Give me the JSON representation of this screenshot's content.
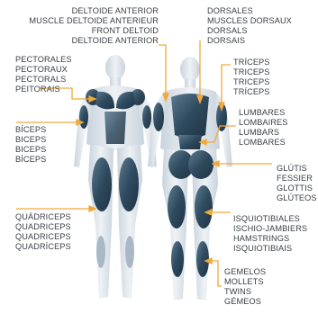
{
  "labels": {
    "deltoid": [
      "DELTOIDE ANTERIOR",
      "MUSCLE DELTOIDE ANTERIEUR",
      "FRONT DELTOID",
      "DELTOIDE ANTERIOR"
    ],
    "pectorals": [
      "PECTORALES",
      "PECTORAUX",
      "PECTORALS",
      "PEITORAIS"
    ],
    "biceps": [
      "BÍCEPS",
      "BICEPS",
      "BICEPS",
      "BÍCEPS"
    ],
    "quadriceps": [
      "QUÁDRICEPS",
      "QUADRICEPS",
      "QUADRICEPS",
      "QUADRÍCEPS"
    ],
    "dorsals": [
      "DORSALES",
      "MUSCLES DORSAUX",
      "DORSALS",
      "DORSAIS"
    ],
    "triceps": [
      "TRÍCEPS",
      "TRICEPS",
      "TRICEPS",
      "TRÍCEPS"
    ],
    "lumbars": [
      "LUMBARES",
      "LOMBAIRES",
      "LUMBARS",
      "LOMBARES"
    ],
    "glutes": [
      "GLÚTIS",
      "FESSIER",
      "GLOTTIS",
      "GLÚTEOS"
    ],
    "hamstrings": [
      "ISQUIOTIBIALES",
      "ISCHIO-JAMBIERS",
      "HAMSTRINGS",
      "ISQUIOTIBIAIS"
    ],
    "calves": [
      "GEMELOS",
      "MOLLETS",
      "TWINS",
      "GÉMEOS"
    ]
  },
  "colors": {
    "accent": "#f2a93b",
    "text": "#3a3f45",
    "body_silhouette": "#dfe6ec",
    "muscle_highlight": "#2f4a5e"
  }
}
